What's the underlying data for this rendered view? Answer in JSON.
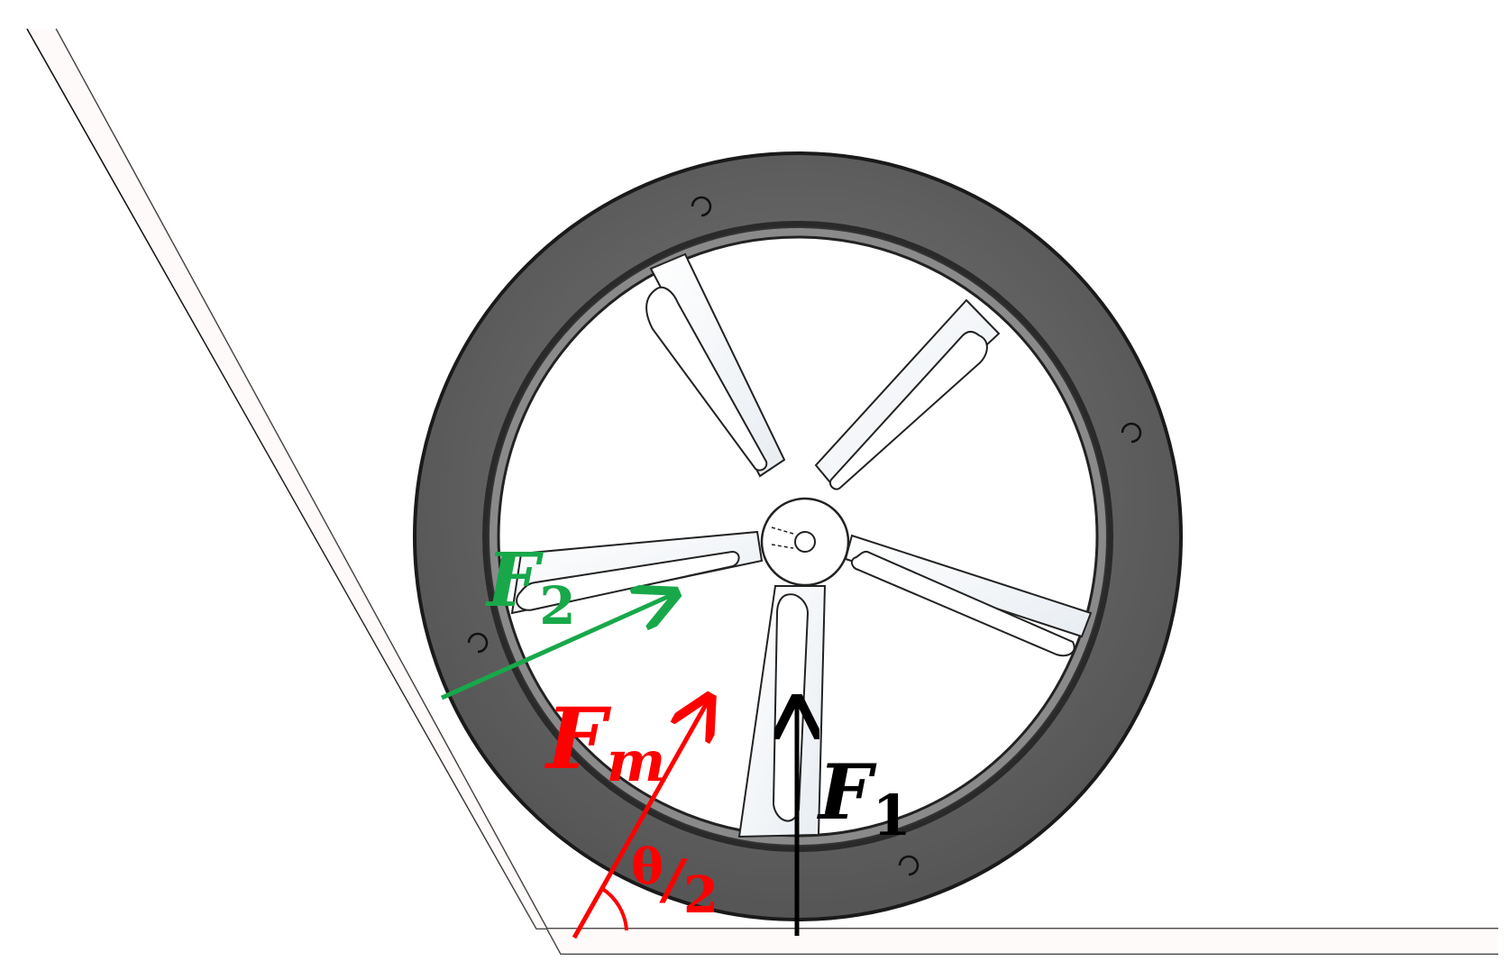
{
  "labels": {
    "f2": {
      "main": "F",
      "sub": "2"
    },
    "fm": {
      "main": "F",
      "sub": "m"
    },
    "f1": {
      "main": "F",
      "sub": "1"
    },
    "angle": {
      "main": "θ",
      "sep": "/",
      "sub": "2"
    }
  },
  "colors": {
    "f1": "#000000",
    "f2": "#18a84a",
    "fm": "#ff0000",
    "tire": "#6c6c6c",
    "tire_edge": "#1a1a1a",
    "hub": "#ffffff",
    "line": "#111111"
  }
}
